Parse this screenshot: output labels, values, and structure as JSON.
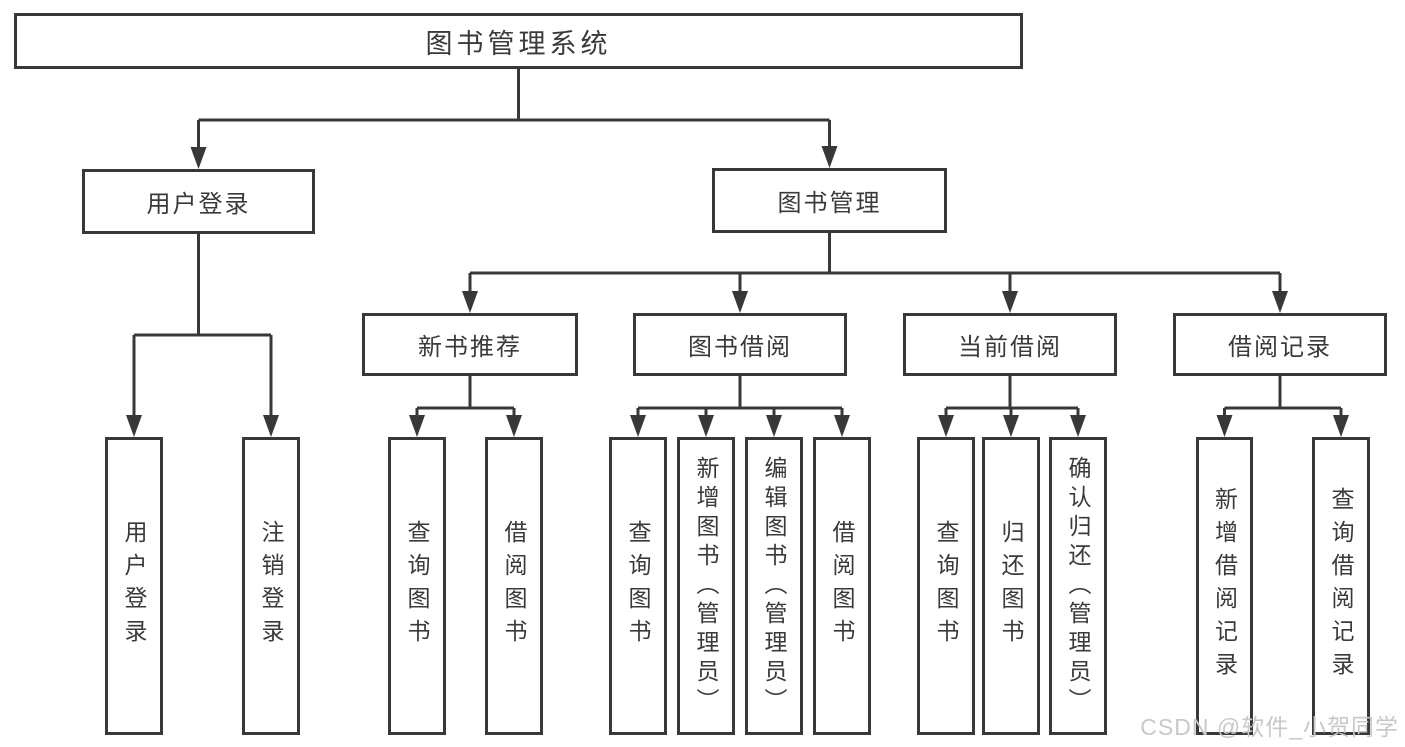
{
  "diagram": {
    "type": "function-structure-tree",
    "colors": {
      "line": "#383838",
      "box_border": "#383838",
      "box_fill": "#ffffff",
      "text": "#3a3a3a",
      "watermark": "#c8c8c8"
    },
    "nodes": {
      "root": {
        "label": "图书管理系统"
      },
      "user_login": {
        "label": "用户登录"
      },
      "book_mgmt": {
        "label": "图书管理"
      },
      "new_book_rec": {
        "label": "新书推荐"
      },
      "book_borrow": {
        "label": "图书借阅"
      },
      "current_borrow": {
        "label": "当前借阅"
      },
      "borrow_record": {
        "label": "借阅记录"
      },
      "leaf_user_login": {
        "label": "用户登录"
      },
      "leaf_logout": {
        "label": "注销登录"
      },
      "leaf_rec_query_book": {
        "label": "查询图书"
      },
      "leaf_rec_borrow_book": {
        "label": "借阅图书"
      },
      "leaf_bb_query_book": {
        "label": "查询图书"
      },
      "leaf_bb_add_book": {
        "label": "新增图书（管理员）"
      },
      "leaf_bb_edit_book": {
        "label": "编辑图书（管理员）"
      },
      "leaf_bb_borrow_book": {
        "label": "借阅图书"
      },
      "leaf_cb_query_book": {
        "label": "查询图书"
      },
      "leaf_cb_return_book": {
        "label": "归还图书"
      },
      "leaf_cb_confirm_return": {
        "label": "确认归还（管理员）"
      },
      "leaf_br_add_record": {
        "label": "新增借阅记录"
      },
      "leaf_br_query_record": {
        "label": "查询借阅记录"
      }
    },
    "watermark": "CSDN @软件_小贺同学"
  }
}
